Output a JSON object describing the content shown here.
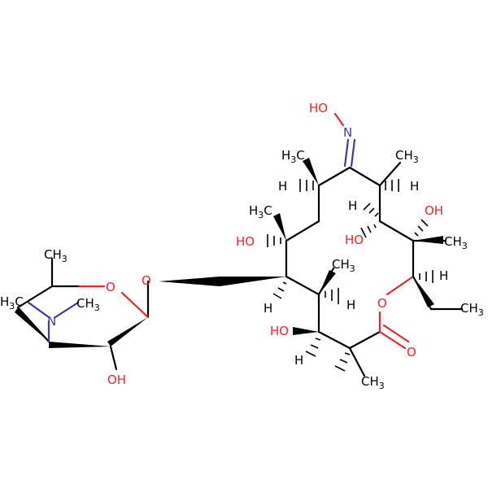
{
  "molecule": {
    "atom_labels": {
      "oxime_oh": "HO",
      "oxime_n": "N",
      "ch3_top_left": "H",
      "ch3_top_left_sub": "3",
      "ch3_top_left_c": "C",
      "ch3_top_right_c": "CH",
      "ch3_top_right_sub": "3",
      "h_left_upper": "H",
      "h_right_upper": "H",
      "h3c_mid": "H",
      "h3c_mid_sub": "3",
      "h3c_mid_c": "C",
      "h_mid_right": "H",
      "oh_right_upper": "OH",
      "ho_left_mid": "HO",
      "ho_center": "HO",
      "ch3_right_mid": "CH",
      "ch3_right_mid_sub": "3",
      "ch3_center": "CH",
      "ch3_center_sub": "3",
      "h_ring_right": "H",
      "h_ring_center": "H",
      "ring_o": "O",
      "ethyl_ch3": "CH",
      "ethyl_ch3_sub": "3",
      "h_ring_left": "H",
      "ho_lower": "HO",
      "carbonyl_o": "O",
      "h_lower": "H",
      "ch3_lower": "CH",
      "ch3_lower_sub": "3",
      "glyco_o": "O",
      "sugar_ring_o": "O",
      "sugar_ch3_top": "CH",
      "sugar_ch3_top_sub": "3",
      "sugar_n": "N",
      "n_methyl_left": "H",
      "n_methyl_left_sub": "3",
      "n_methyl_left_c": "C",
      "n_methyl_right": "CH",
      "n_methyl_right_sub": "3",
      "sugar_oh": "OH"
    },
    "colors": {
      "carbon_bonds": "#000000",
      "oxygen": "#e8262b",
      "nitrogen": "#3c3c9c"
    }
  }
}
